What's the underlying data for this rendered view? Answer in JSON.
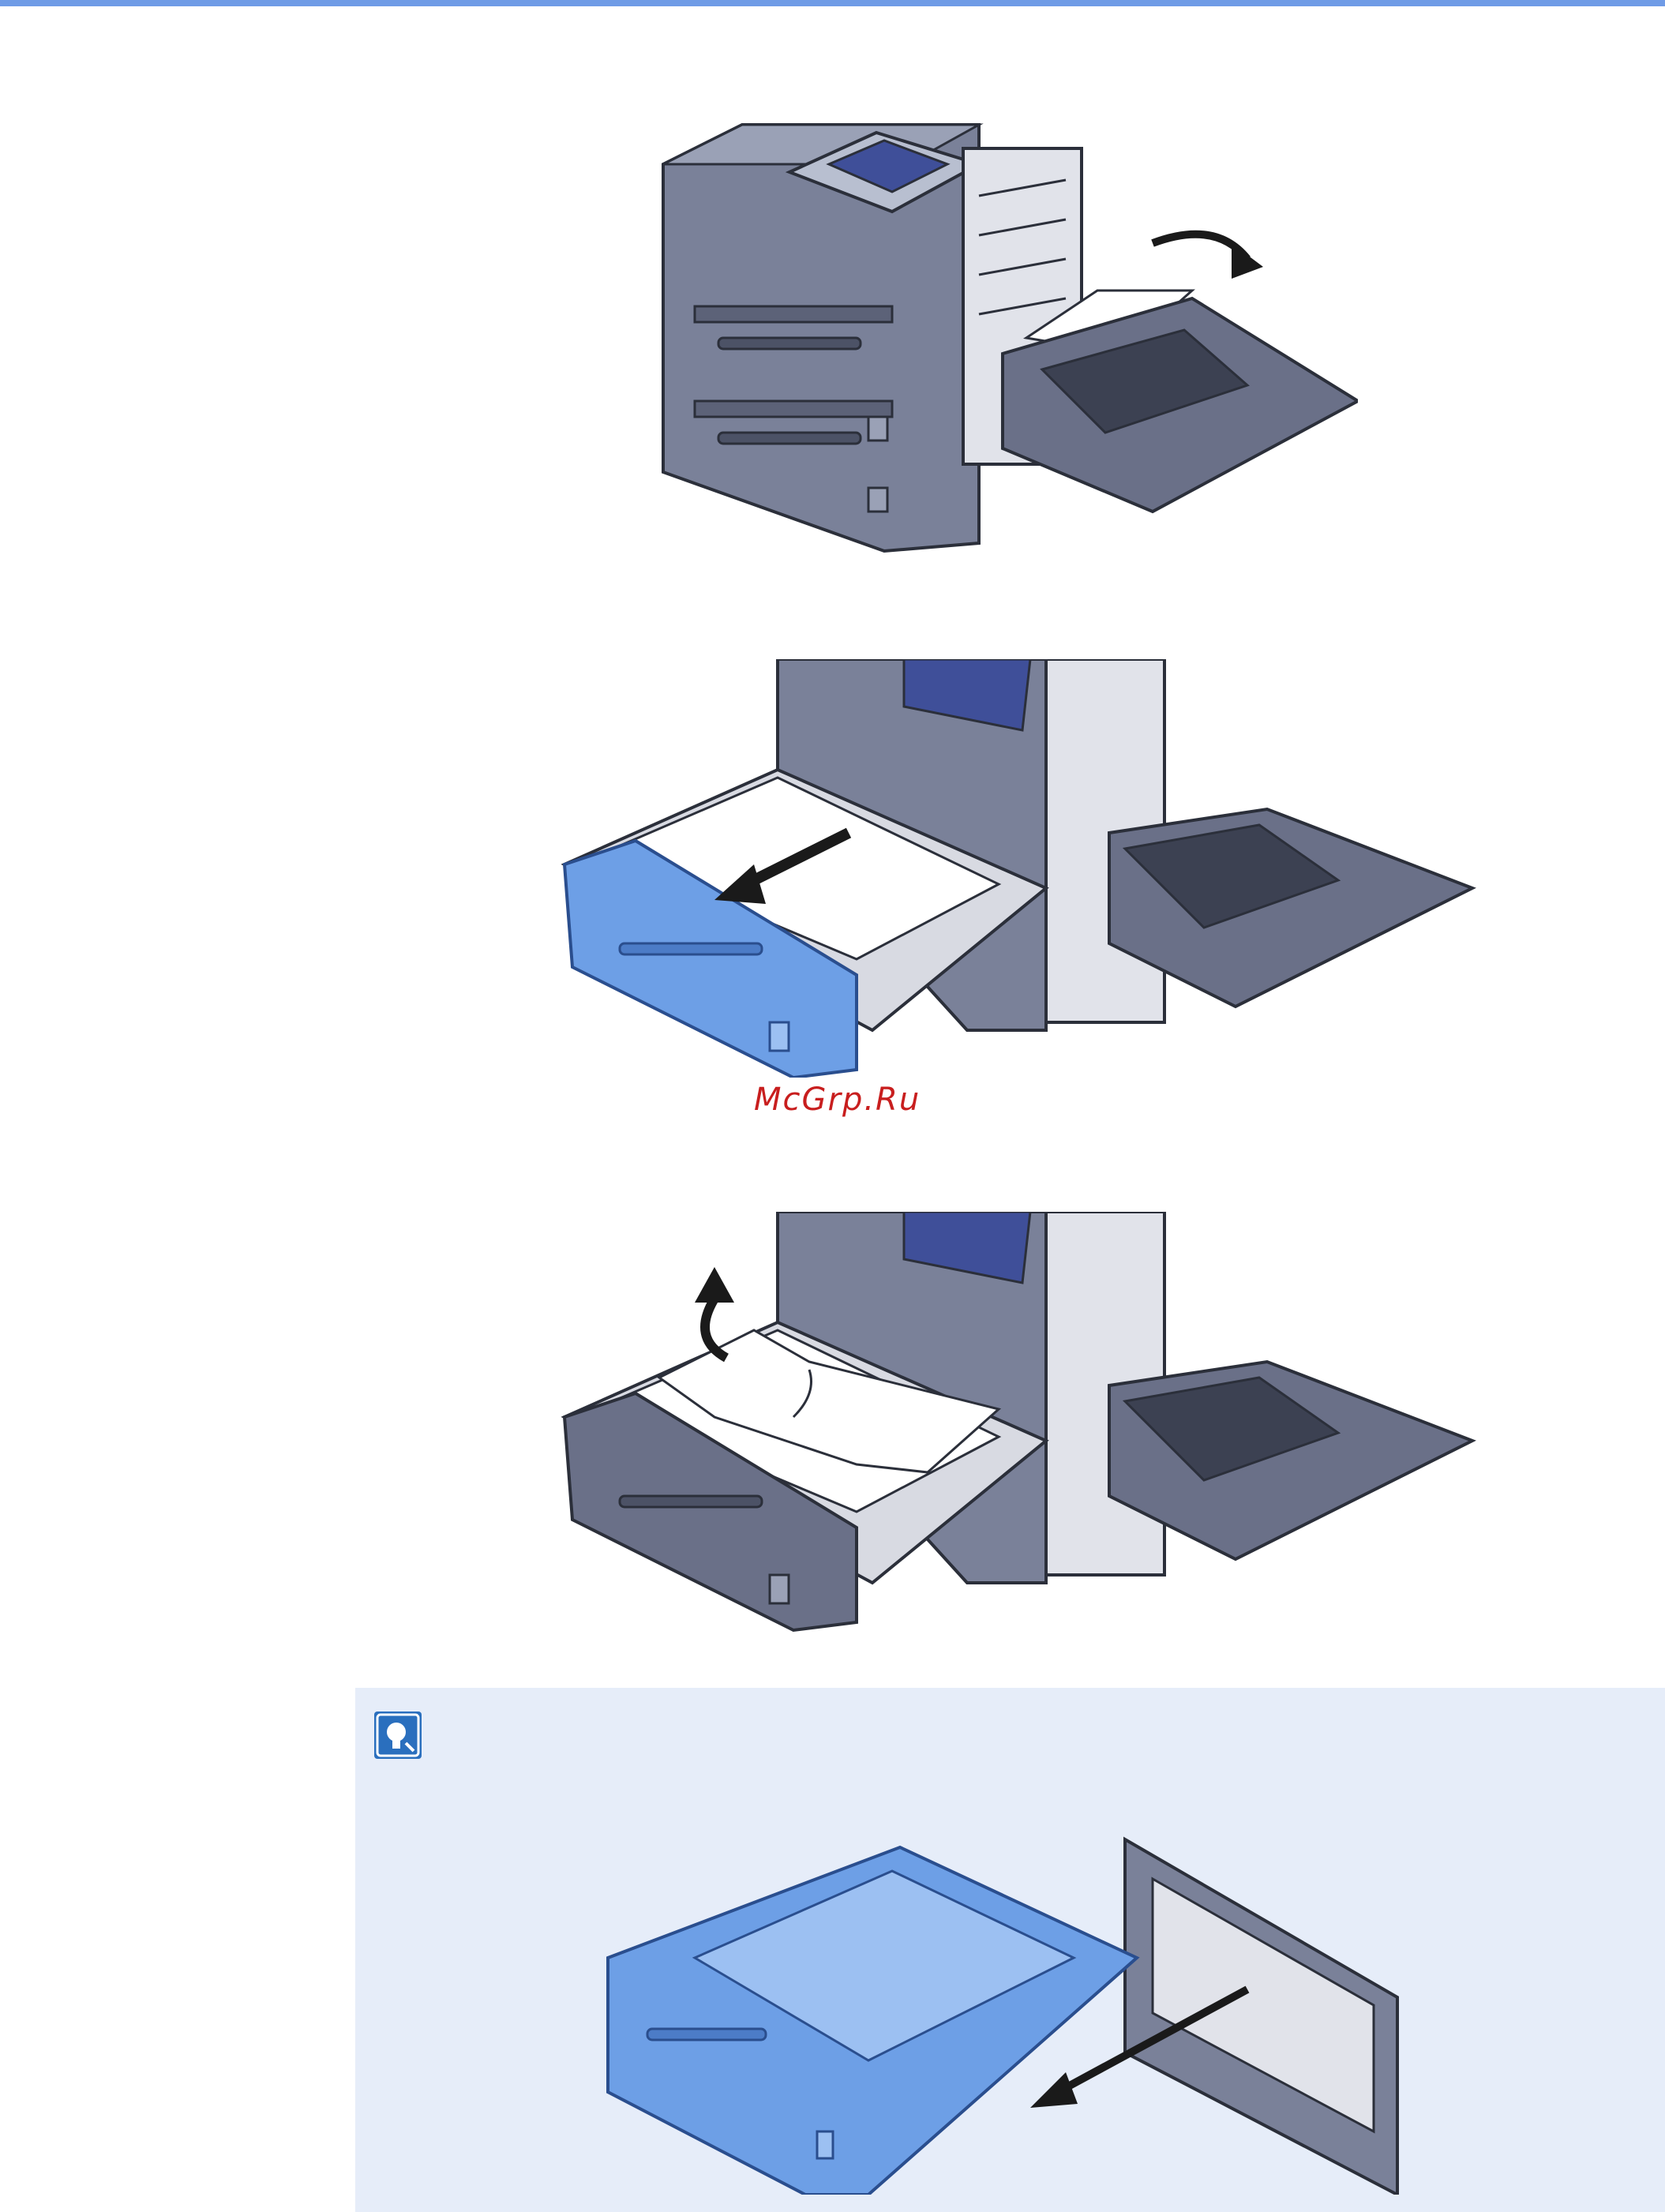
{
  "page": {
    "accent_color": "#6f9be6",
    "hint_bg_color": "#e6edf9",
    "highlight_color": "#6d9fe6"
  },
  "figures": [
    {
      "label": "step-1",
      "description_icon": "printer-right-cover-open-paper-removal"
    },
    {
      "label": "step-2",
      "description_icon": "cassette-pull-out"
    },
    {
      "label": "step-3",
      "description_icon": "jammed-paper-removal-from-cassette"
    }
  ],
  "watermark": {
    "text": "McGrp.Ru"
  },
  "hint": {
    "icon": "hint-lightbulb-icon",
    "figure_icon": "cassette-removed-from-printer"
  }
}
